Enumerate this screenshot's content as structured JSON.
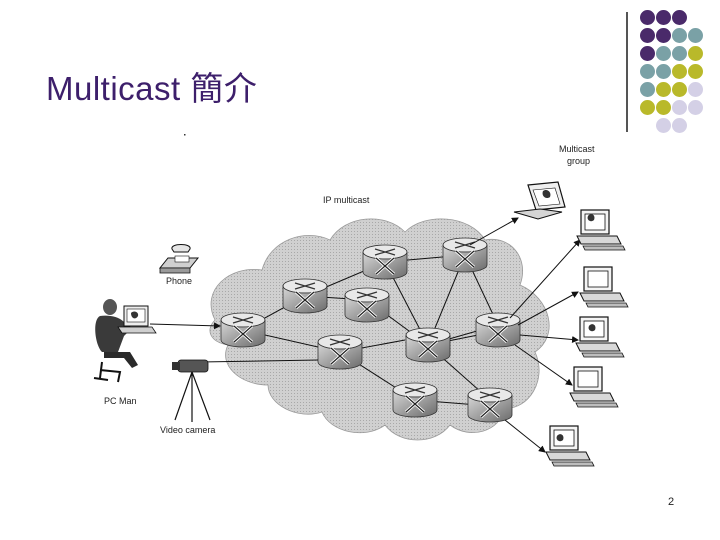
{
  "slide": {
    "title": "Multicast 簡介",
    "page_number": "2"
  },
  "diagram": {
    "cloud_label": "IP multicast",
    "group_label_line1": "Multicast",
    "group_label_line2": "group",
    "phone_label": "Phone",
    "pcman_label": "PC Man",
    "camera_label": "Video camera"
  },
  "colors": {
    "title": "#3d1f6b",
    "dot_purple": "#4a2a6a",
    "dot_teal": "#7aa1a6",
    "dot_olive": "#b9b92a",
    "dot_lilac": "#d4d0e6",
    "cloud": "#c8c8c8"
  },
  "icons": [
    "router-icon",
    "phone-icon",
    "pc-man-icon",
    "video-camera-icon",
    "laptop-icon",
    "workstation-icon"
  ]
}
